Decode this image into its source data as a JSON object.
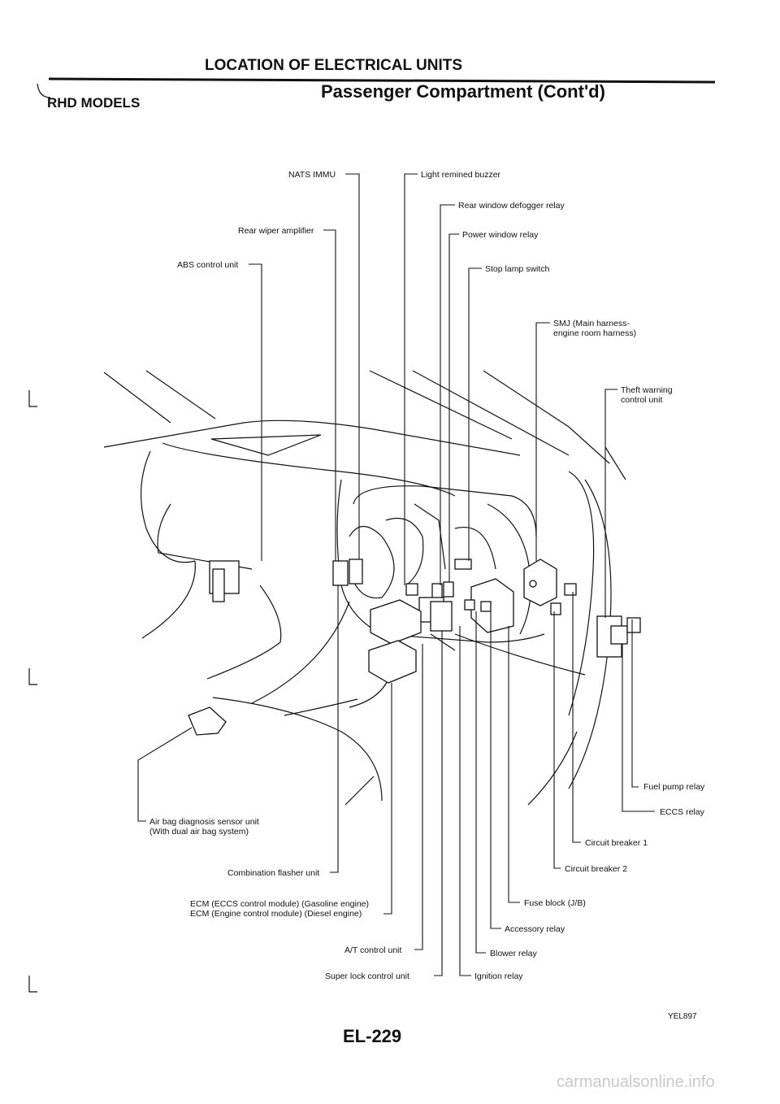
{
  "header": {
    "section_title": "LOCATION OF ELECTRICAL UNITS",
    "subtitle": "Passenger Compartment (Cont'd)",
    "models_label": "RHD MODELS"
  },
  "callouts": {
    "nats_immu": "NATS IMMU",
    "rear_wiper_amplifier": "Rear wiper amplifier",
    "abs_control_unit": "ABS control unit",
    "light_remined_buzzer": "Light remined buzzer",
    "rear_window_defogger_relay": "Rear window defogger relay",
    "power_window_relay": "Power window relay",
    "stop_lamp_switch": "Stop lamp switch",
    "smj_line1": "SMJ (Main harness-",
    "smj_line2": "engine room harness)",
    "theft_line1": "Theft warning",
    "theft_line2": "control unit",
    "fuel_pump_relay": "Fuel pump relay",
    "eccs_relay": "ECCS relay",
    "circuit_breaker_1": "Circuit breaker 1",
    "circuit_breaker_2": "Circuit breaker 2",
    "fuse_block": "Fuse block (J/B)",
    "accessory_relay": "Accessory relay",
    "blower_relay": "Blower relay",
    "ignition_relay": "Ignition relay",
    "air_bag_line1": "Air bag diagnosis sensor unit",
    "air_bag_line2": "(With dual air bag system)",
    "combination_flasher_unit": "Combination flasher unit",
    "ecm_line1": "ECM (ECCS control module) (Gasoline engine)",
    "ecm_line2": "ECM (Engine control module) (Diesel engine)",
    "at_control_unit": "A/T control unit",
    "super_lock_control_unit": "Super lock control unit"
  },
  "footer": {
    "figure_code": "YEL897",
    "page_number": "EL-229",
    "watermark": "carmanualsonline.info"
  }
}
